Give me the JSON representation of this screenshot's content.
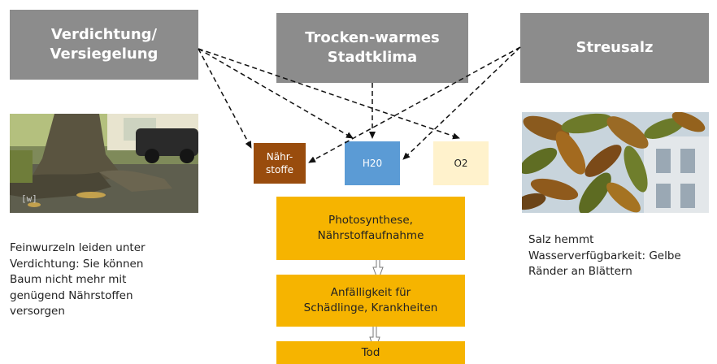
{
  "causes": {
    "compaction": "Verdichtung/\nVersiegelung",
    "climate": "Trocken-warmes\nStadtklima",
    "salt": "Streusalz"
  },
  "resources": {
    "nutrients": "Nähr-\nstoffe",
    "water": "H20",
    "oxygen": "O2"
  },
  "chain": {
    "step1": "Photosynthese,\nNährstoffaufnahme",
    "step2": "Anfälligkeit für\nSchädlinge, Krankheiten",
    "step3": "Tod"
  },
  "captions": {
    "left": "Feinwurzeln leiden unter\nVerdichtung: Sie können\nBaum nicht mehr mit\ngenügend Nährstoffen\nversorgen",
    "right": "Salz hemmt\nWasserverfügbarkeit: Gelbe\nRänder an Blättern"
  },
  "photo_left": {
    "watermark": "[w]"
  },
  "colors": {
    "cause_box": "#8c8c8c",
    "nutrients_box": "#994c0d",
    "water_box": "#5b9bd5",
    "oxygen_box": "#fff2cc",
    "chain_box": "#f6b400"
  }
}
